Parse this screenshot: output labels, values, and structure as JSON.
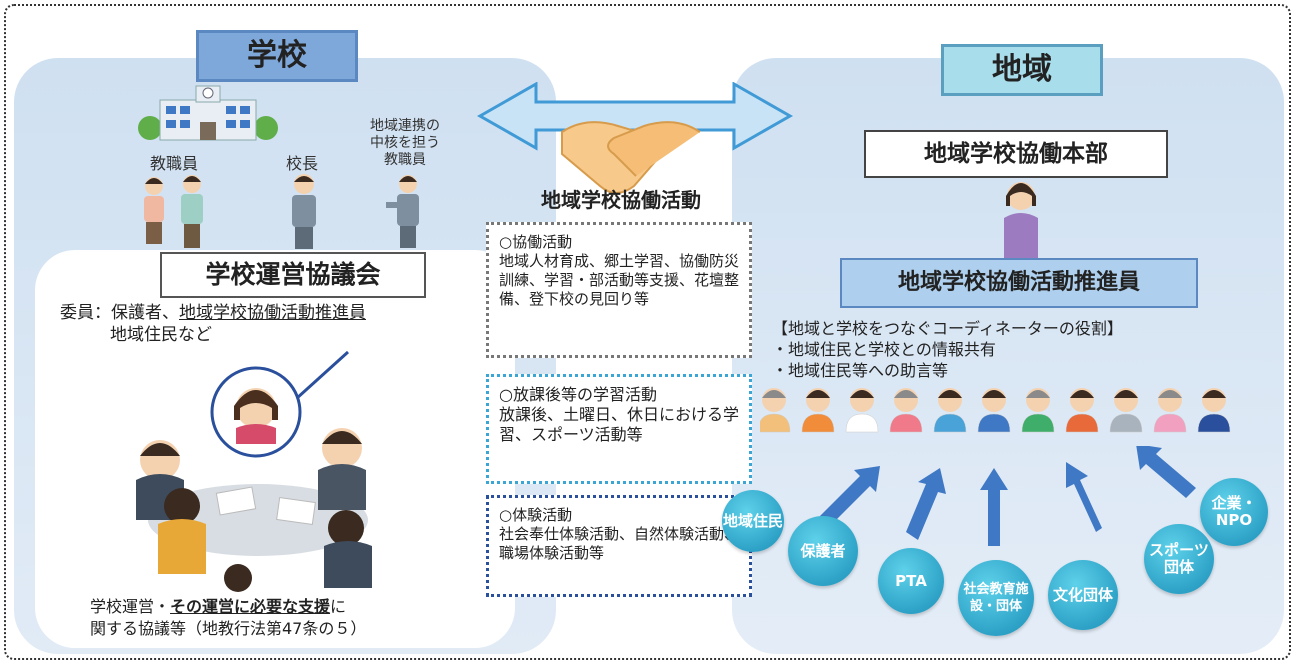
{
  "school": {
    "title": "学校",
    "staff_label": "教職員",
    "principal_label": "校長",
    "liaison_label_line1": "地域連携の",
    "liaison_label_line2": "中核を担う",
    "liaison_label_line3": "教職員",
    "council": {
      "title": "学校運営協議会",
      "members_line1_prefix": "委員：保護者、",
      "members_line1_link": "地域学校協働活動推進員",
      "members_line2": "地域住民など",
      "footer_line1_prefix": "学校運営・",
      "footer_line1_emph": "その運営に必要な支援",
      "footer_line1_suffix": "に",
      "footer_line2": "関する協議等（地教行法第47条の５）"
    }
  },
  "center": {
    "label": "地域学校協働活動",
    "activities": [
      {
        "title": "○協働活動",
        "body": "地域人材育成、郷土学習、協働防災訓練、学習・部活動等支援、花壇整備、登下校の見回り等"
      },
      {
        "title": "○放課後等の学習活動",
        "body": "放課後、土曜日、休日における学習、スポーツ活動等"
      },
      {
        "title": "○体験活動",
        "body": "社会奉仕体験活動、自然体験活動、職場体験活動等"
      }
    ]
  },
  "region": {
    "title": "地域",
    "hq": "地域学校協働本部",
    "promoter": "地域学校協働活動推進員",
    "role_heading": "【地域と学校をつなぐコーディネーターの役割】",
    "roles": [
      "・地域住民と学校との情報共有",
      "・地域住民等への助言等"
    ],
    "orgs": [
      "地域住民",
      "保護者",
      "PTA",
      "社会教育施設・団体",
      "文化団体",
      "スポーツ団体",
      "企業・NPO"
    ]
  },
  "colors": {
    "panel": "#dbe7f3",
    "school_title": "#7fa8da",
    "region_title": "#a8ddec",
    "arrow": "#3f78c4",
    "org": "#1a8fb8"
  }
}
